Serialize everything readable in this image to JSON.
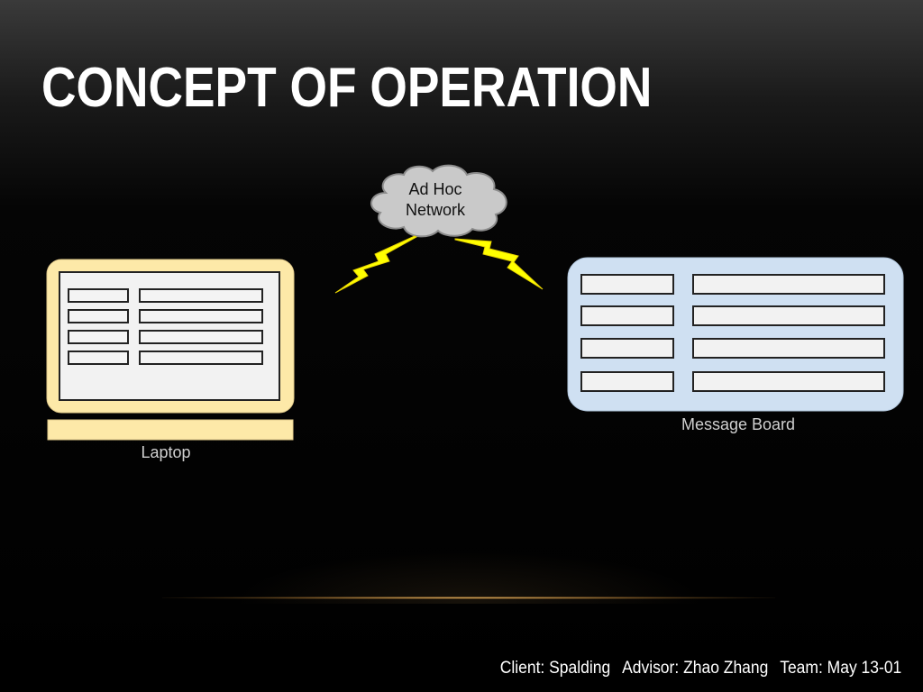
{
  "slide": {
    "title": "CONCEPT OF OPERATION"
  },
  "diagram": {
    "cloud": {
      "line1": "Ad Hoc",
      "line2": "Network"
    },
    "laptop": {
      "label": "Laptop",
      "fill": "#fde9a8",
      "screen": "#f2f2f2"
    },
    "message_board": {
      "label": "Message Board",
      "fill": "#cfe0f2"
    },
    "lightning_color": "#ffff00"
  },
  "footer": {
    "client": "Client: Spalding",
    "advisor": "Advisor: Zhao Zhang",
    "team": "Team: May 13-01"
  }
}
